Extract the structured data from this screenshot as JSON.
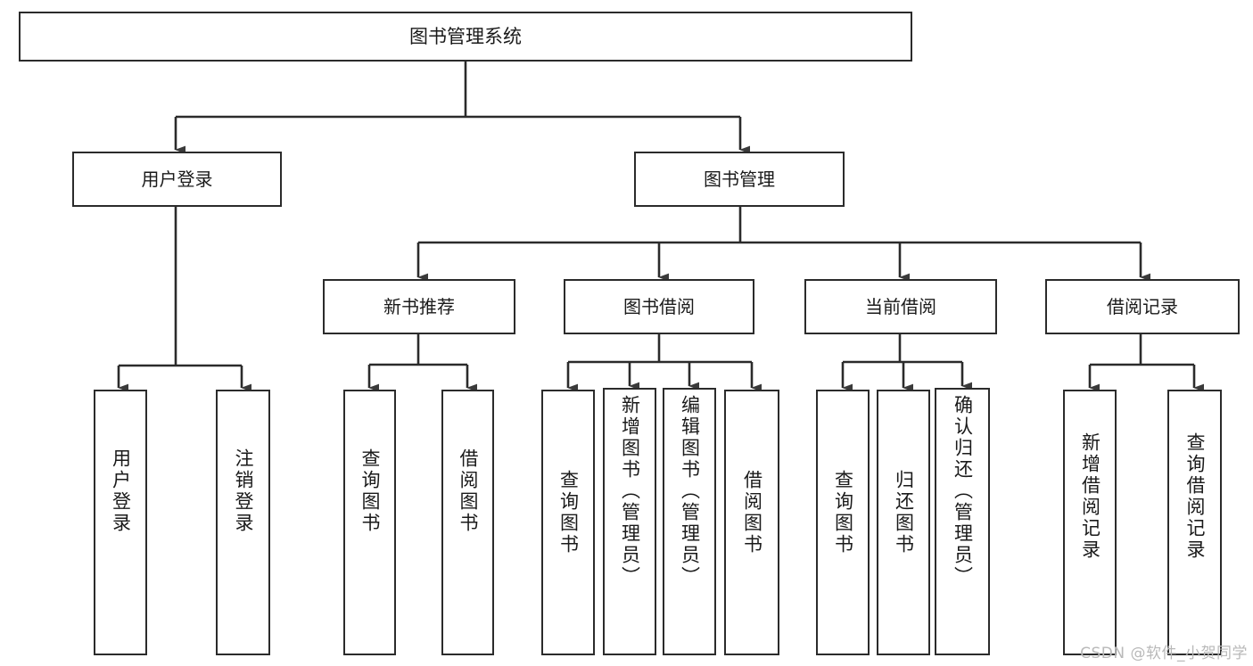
{
  "diagram": {
    "type": "tree",
    "title": "图书管理系统",
    "watermark": "CSDN @软件_小贺同学",
    "colors": {
      "stroke": "#2b2b2b",
      "fill": "#ffffff",
      "text": "#1a1a1a",
      "watermark": "#b9b9b9"
    },
    "nodes": {
      "root": "图书管理系统",
      "level1": [
        {
          "id": "user-login",
          "label": "用户登录"
        },
        {
          "id": "book-manage",
          "label": "图书管理"
        }
      ],
      "level2": [
        {
          "id": "new-book-recommend",
          "label": "新书推荐"
        },
        {
          "id": "book-borrow",
          "label": "图书借阅"
        },
        {
          "id": "current-borrow",
          "label": "当前借阅"
        },
        {
          "id": "borrow-record",
          "label": "借阅记录"
        }
      ],
      "leaves": {
        "user-login": [
          {
            "id": "leaf-user-login",
            "label": "用户登录"
          },
          {
            "id": "leaf-logout-login",
            "label": "注销登录"
          }
        ],
        "new-book-recommend": [
          {
            "id": "leaf-query-book-1",
            "label": "查询图书"
          },
          {
            "id": "leaf-borrow-book-1",
            "label": "借阅图书"
          }
        ],
        "book-borrow": [
          {
            "id": "leaf-query-book-2",
            "label": "查询图书"
          },
          {
            "id": "leaf-add-book",
            "label": "新增图书（管理员）"
          },
          {
            "id": "leaf-edit-book",
            "label": "编辑图书（管理员）"
          },
          {
            "id": "leaf-borrow-book-2",
            "label": "借阅图书"
          }
        ],
        "current-borrow": [
          {
            "id": "leaf-query-book-3",
            "label": "查询图书"
          },
          {
            "id": "leaf-return-book",
            "label": "归还图书"
          },
          {
            "id": "leaf-confirm-return",
            "label": "确认归还（管理员）"
          }
        ],
        "borrow-record": [
          {
            "id": "leaf-add-record",
            "label": "新增借阅记录"
          },
          {
            "id": "leaf-query-record",
            "label": "查询借阅记录"
          }
        ]
      }
    }
  }
}
